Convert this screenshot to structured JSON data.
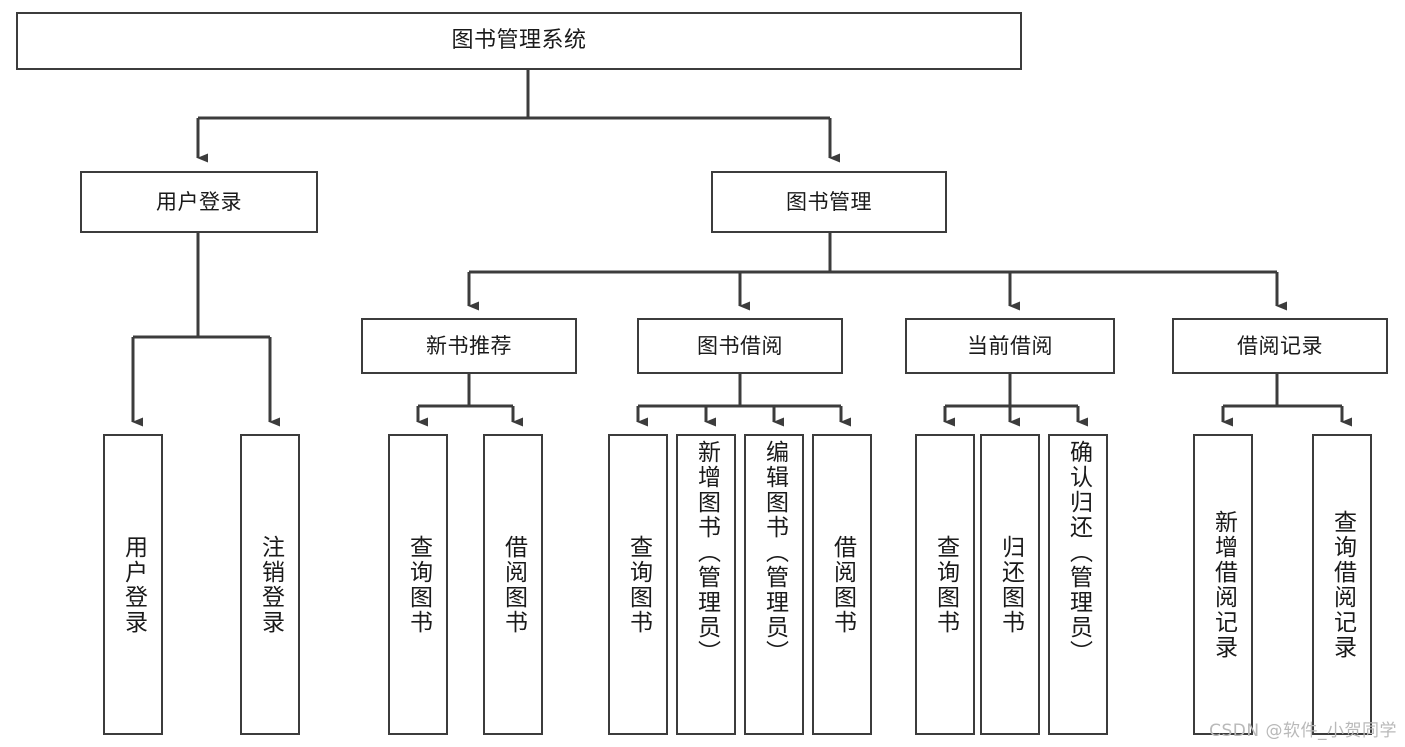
{
  "diagram": {
    "title": "图书管理系统",
    "type": "tree-hierarchy",
    "root": {
      "label": "图书管理系统"
    },
    "level2": [
      {
        "label": "用户登录"
      },
      {
        "label": "图书管理"
      }
    ],
    "level3": [
      {
        "label": "新书推荐"
      },
      {
        "label": "图书借阅"
      },
      {
        "label": "当前借阅"
      },
      {
        "label": "借阅记录"
      }
    ],
    "leaves": {
      "user_login": [
        {
          "label": "用户登录"
        },
        {
          "label": "注销登录"
        }
      ],
      "new_book_recommend": [
        {
          "label": "查询图书"
        },
        {
          "label": "借阅图书"
        }
      ],
      "book_borrow": [
        {
          "label": "查询图书"
        },
        {
          "label": "新增图书（管理员）"
        },
        {
          "label": "编辑图书（管理员）"
        },
        {
          "label": "借阅图书"
        }
      ],
      "current_borrow": [
        {
          "label": "查询图书"
        },
        {
          "label": "归还图书"
        },
        {
          "label": "确认归还（管理员）"
        }
      ],
      "borrow_record": [
        {
          "label": "新增借阅记录"
        },
        {
          "label": "查询借阅记录"
        }
      ]
    },
    "watermark": "CSDN @软件_小贺同学",
    "colors": {
      "stroke": "#3c3c3c",
      "fill": "#ffffff",
      "text": "#1a1a1a",
      "watermark": "#b9b9b9"
    }
  }
}
